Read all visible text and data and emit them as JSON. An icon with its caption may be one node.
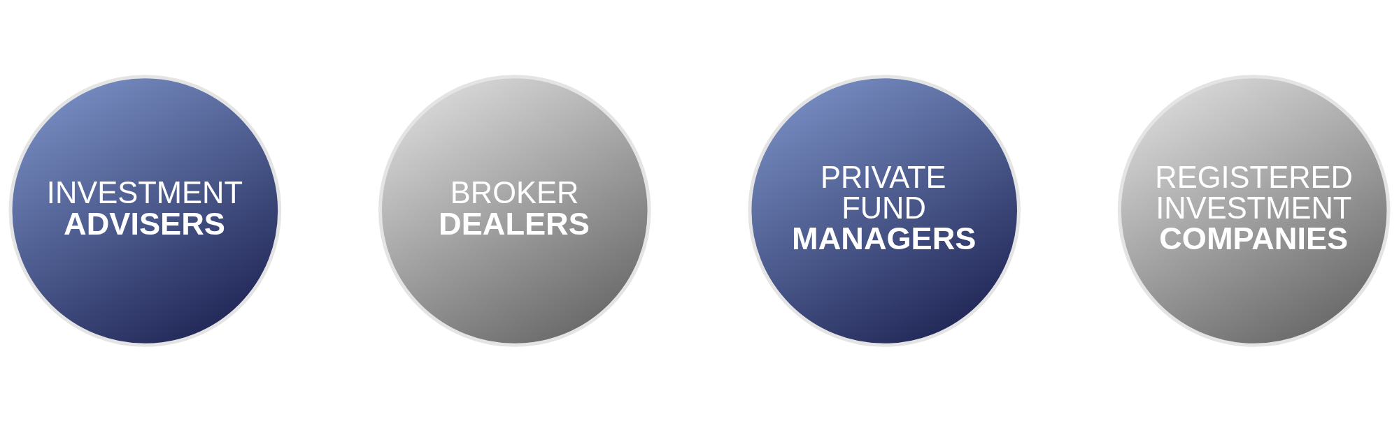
{
  "diagram": {
    "nodes": [
      {
        "text": [
          "INVESTMENT **ADVISERS**"
        ]
      },
      {
        "text": [
          "BROKER **DEALERS**"
        ]
      },
      {
        "text": [
          "PRIVATE FUND **MANAGERS**"
        ]
      },
      {
        "text": [
          "REGISTERED INVESTMENT **COMPANIES**"
        ]
      }
    ]
  }
}
